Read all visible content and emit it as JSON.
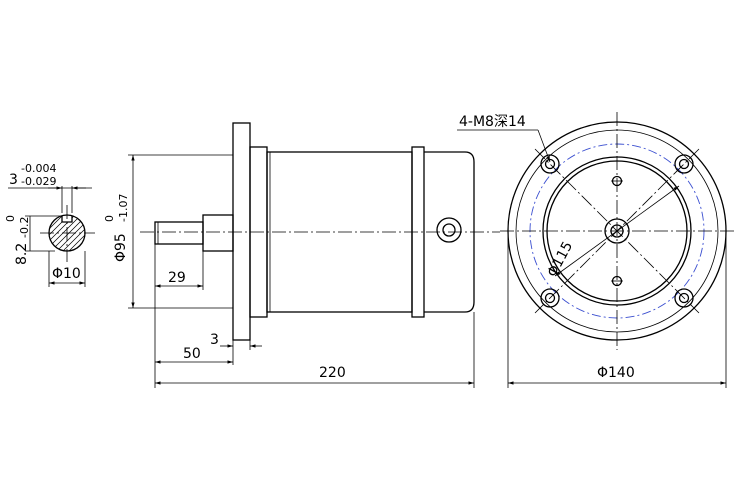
{
  "drawing": {
    "shaft_section": {
      "key_width": "3",
      "key_width_tol_upper": "-0.004",
      "key_width_tol_lower": "-0.029",
      "key_depth": "8.2",
      "key_depth_tol_lower": "-0.2",
      "key_depth_tol_upper": "0",
      "shaft_diameter": "Φ10"
    },
    "side_view": {
      "pilot_diameter": "Φ95",
      "pilot_tol_lower": "-1.07",
      "pilot_tol_upper": "0",
      "shaft_extension": "29",
      "flange_thickness": "3",
      "shaft_length": "50",
      "overall_length": "220"
    },
    "end_view": {
      "mounting_holes": "4-M8深14",
      "bolt_circle": "Φ115",
      "flange_diameter": "Φ140"
    }
  }
}
